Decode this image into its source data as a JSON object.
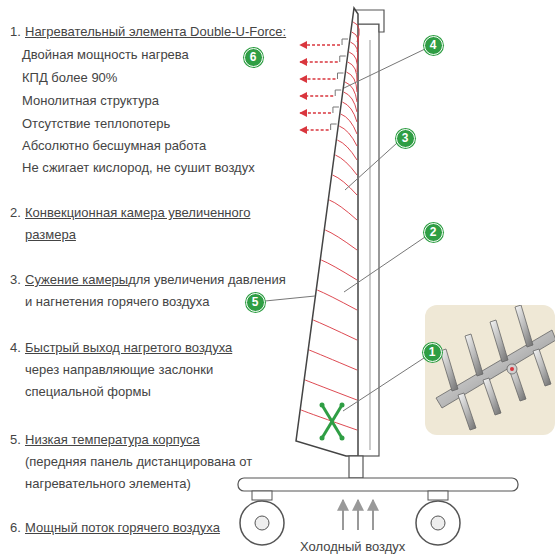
{
  "diagram": {
    "nodes": [
      {
        "text": [
          "6"
        ]
      },
      {
        "text": [
          "4"
        ]
      },
      {
        "text": [
          "3"
        ]
      },
      {
        "text": [
          "2"
        ]
      },
      {
        "text": [
          "5"
        ]
      },
      {
        "text": [
          "1"
        ]
      }
    ],
    "labels": [
      "1.",
      "Нагревательный элемента Double-U-Force:",
      "Двойная мощность нагрева",
      "КПД более 90%",
      "Монолитная структура",
      "Отсутствие теплопотерь",
      "Абсолютно бесшумная работа",
      "Не сжигает кислород, не сушит воздух",
      "2.",
      "Конвекционная камера увеличенного размера",
      "3.",
      "Сужение камеры",
      "для увеличения давления и нагнетения горячего воздуха",
      "4.",
      "Быстрый выход нагретого воздуха",
      "через направляющие заслонки специальной формы",
      "5.",
      "Низкая температура корпуса",
      "(передняя панель дистанцирована от нагревательного элемента)",
      "6.",
      "Мощный поток горячего воздуха",
      "Холодный воздух"
    ]
  }
}
